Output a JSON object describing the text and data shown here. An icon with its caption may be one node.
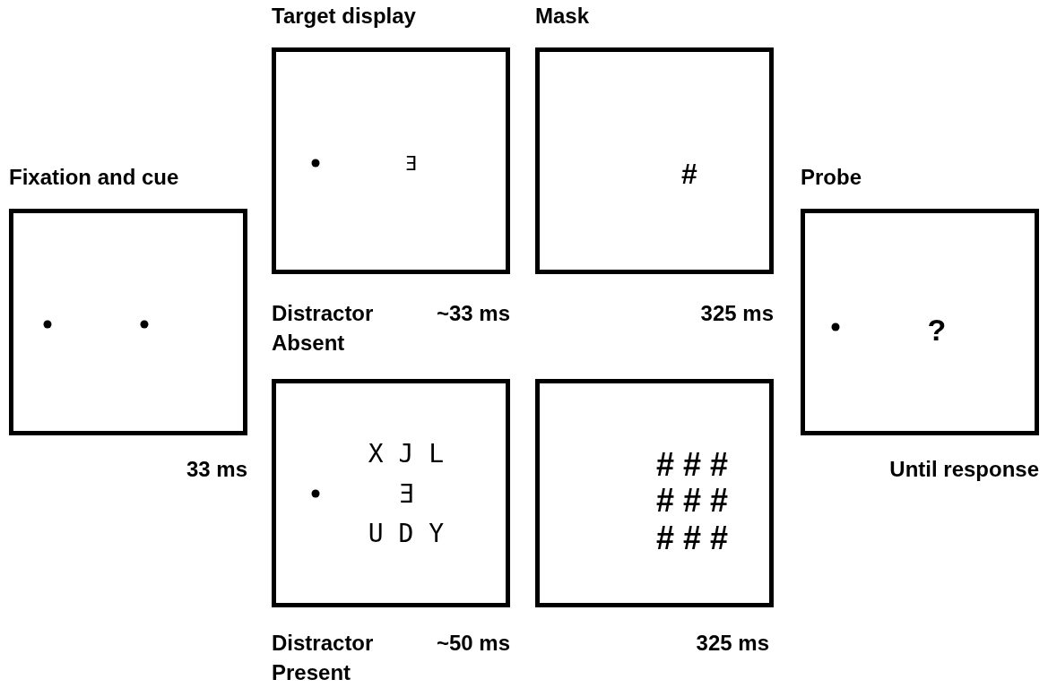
{
  "diagram": {
    "nodes": [
      {
        "text": [
          "Fixation and cue"
        ],
        "beside": [
          "33 ms"
        ]
      },
      {
        "text": [
          "Target display",
          "Ǝ"
        ],
        "beside": [
          "Distractor Absent",
          "~33 ms"
        ]
      },
      {
        "text": [
          "Mask",
          "#"
        ],
        "beside": [
          "325 ms"
        ]
      },
      {
        "text": [
          "X J L",
          "Ǝ",
          "U D Y"
        ],
        "beside": [
          "Distractor Present",
          "~50 ms"
        ]
      },
      {
        "text": [
          "# # #",
          "# # #",
          "# # #"
        ],
        "beside": [
          "325 ms"
        ]
      },
      {
        "text": [
          "Probe",
          "?"
        ],
        "beside": [
          "Until response"
        ]
      }
    ]
  }
}
